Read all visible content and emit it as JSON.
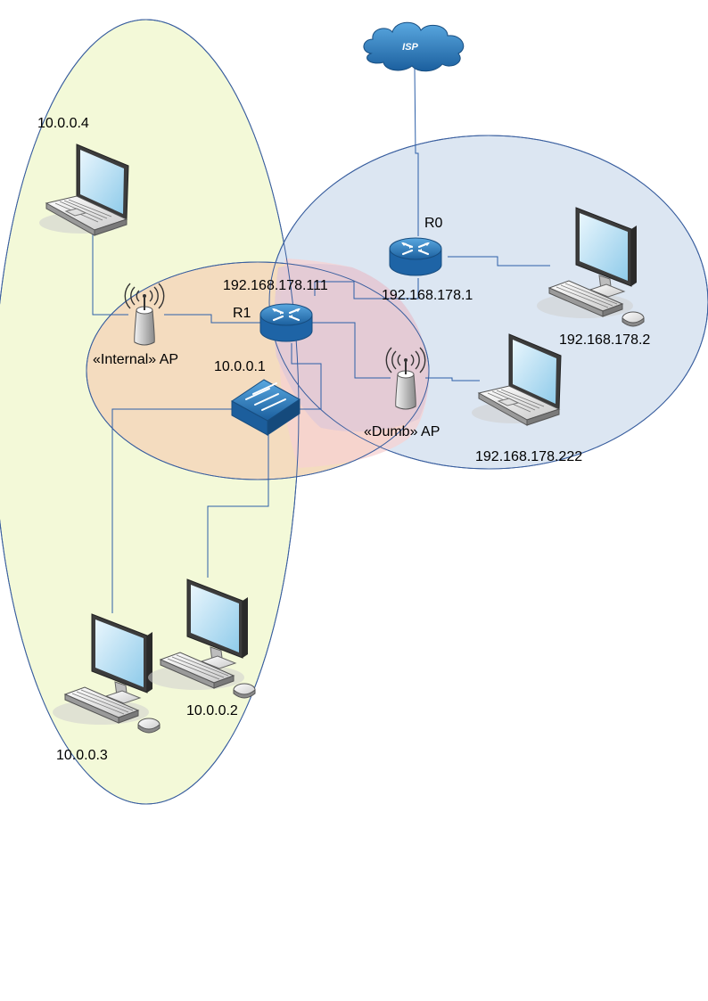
{
  "colors": {
    "yellow_zone": "#f3f9d8",
    "blue_zone": "#dce6f2",
    "orange_zone": "#f4dcbf",
    "red_zone": "#f7d2d2",
    "zone_stroke": "#3a5f9f",
    "wire": "#2d5fa8",
    "device_blue": "#2f7fc1"
  },
  "labels": {
    "isp": "ISP",
    "r0": "R0",
    "r0_ip": "192.168.178.1",
    "r1": "R1",
    "r1_wan_ip": "192.168.178.111",
    "r1_lan_ip": "10.0.0.1",
    "internal_ap": "«Internal» AP",
    "dumb_ap": "«Dumb» AP",
    "laptop_internal_ip": "10.0.0.4",
    "desktop_r0_ip": "192.168.178.2",
    "laptop_dumb_ip": "192.168.178.222",
    "desktop_a_ip": "10.0.0.3",
    "desktop_b_ip": "10.0.0.2"
  },
  "icons": {
    "isp": "cloud-icon",
    "router": "router-icon",
    "switch": "switch-icon",
    "access_point": "wireless-access-point-icon",
    "laptop": "laptop-icon",
    "desktop": "desktop-computer-icon"
  }
}
